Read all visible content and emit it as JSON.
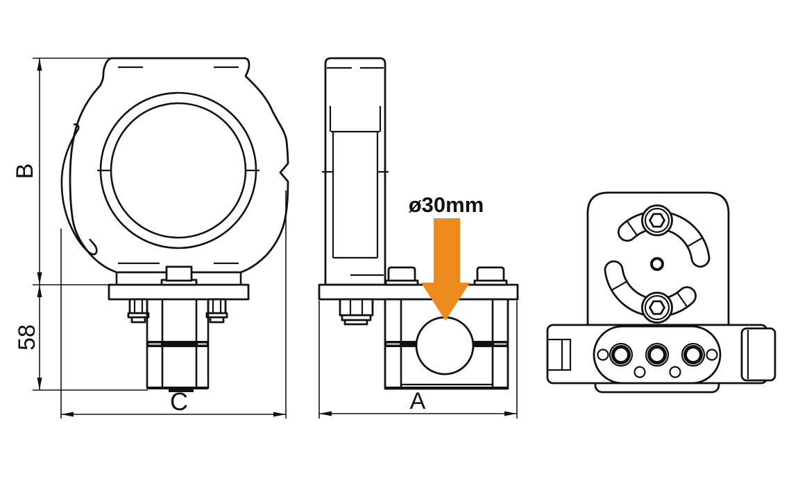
{
  "drawing": {
    "labels": {
      "height_b": "B",
      "stem_height": "58",
      "width_c": "C",
      "width_a": "A",
      "bore_diameter": "ø30mm"
    },
    "colors": {
      "line": "#111111",
      "arrow_orange": "#ED8B1E",
      "background": "#ffffff"
    }
  }
}
